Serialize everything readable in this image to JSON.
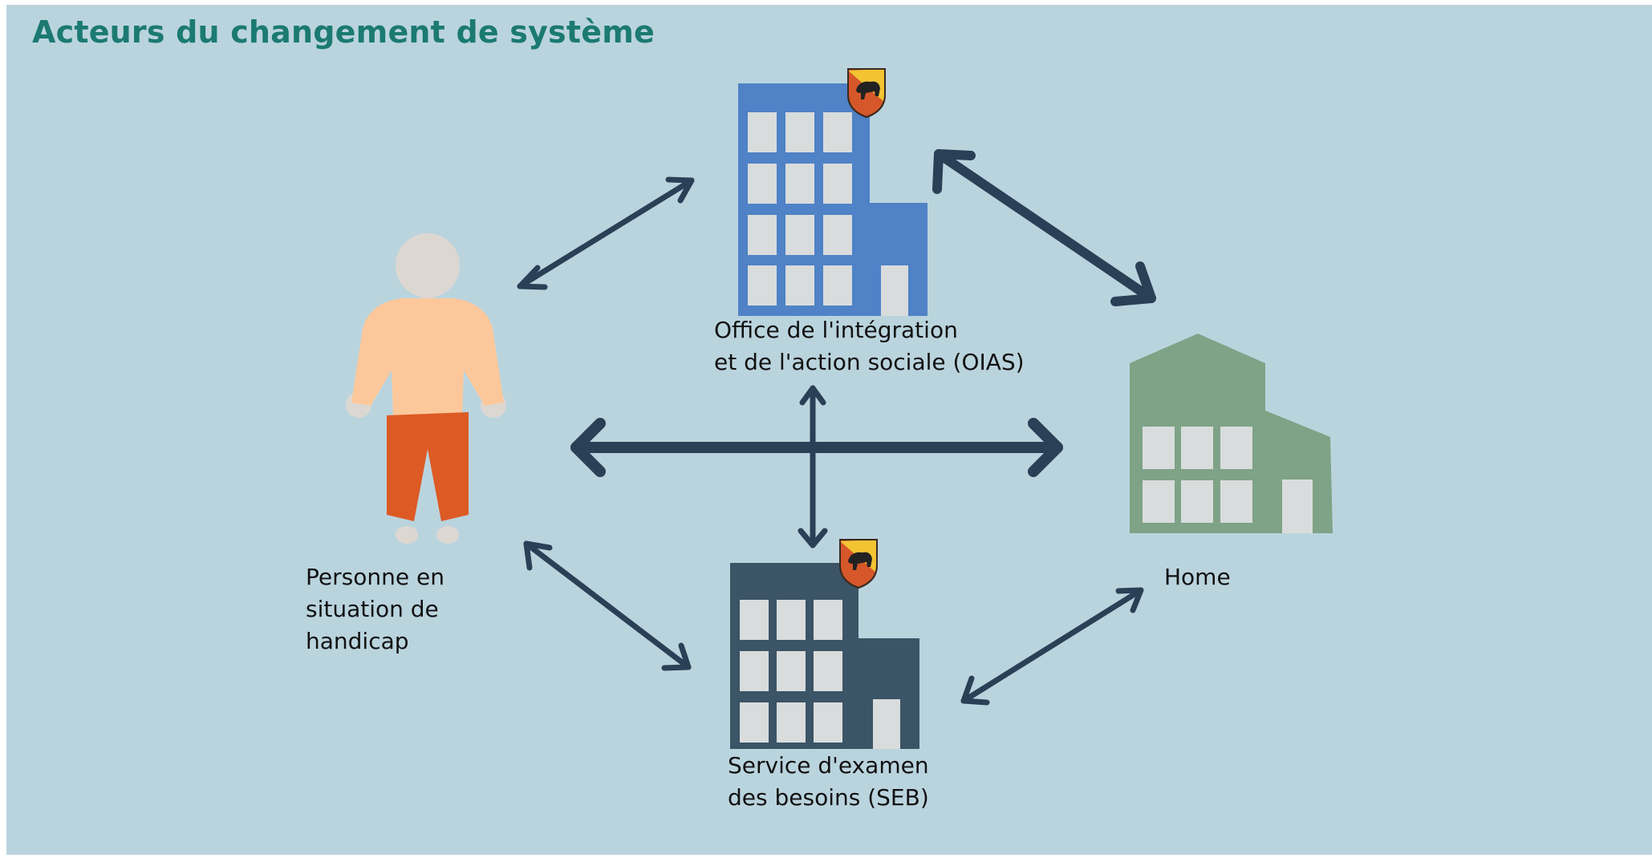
{
  "title": "Acteurs du changement de système",
  "actors": {
    "oias": {
      "label_line1": "Office de l'intégration",
      "label_line2": "et de l'action sociale (OIAS)",
      "icon": "office-building-icon",
      "color": "#4f82c6"
    },
    "person": {
      "label_line1": "Personne en",
      "label_line2": "situation de",
      "label_line3": "handicap",
      "icon": "person-icon",
      "shirt_color": "#fcc89b",
      "pants_color": "#dd5a25",
      "head_color": "#ddd7d2"
    },
    "home": {
      "label": "Home",
      "icon": "home-building-icon",
      "color": "#7ea386"
    },
    "seb": {
      "label_line1": "Service d'examen",
      "label_line2": "des besoins (SEB)",
      "icon": "service-building-icon",
      "color": "#3b5466"
    }
  },
  "emblem": {
    "icon": "bern-coat-of-arms-icon",
    "red": "#d5572a",
    "yellow": "#f2c432"
  },
  "colors": {
    "background": "#bad4de",
    "title": "#1b7a72",
    "arrow": "#2a4056",
    "window": "#d9dcdc"
  },
  "connections": [
    {
      "from": "person",
      "to": "oias"
    },
    {
      "from": "oias",
      "to": "home"
    },
    {
      "from": "person",
      "to": "home"
    },
    {
      "from": "oias",
      "to": "seb"
    },
    {
      "from": "person",
      "to": "seb"
    },
    {
      "from": "seb",
      "to": "home"
    }
  ]
}
